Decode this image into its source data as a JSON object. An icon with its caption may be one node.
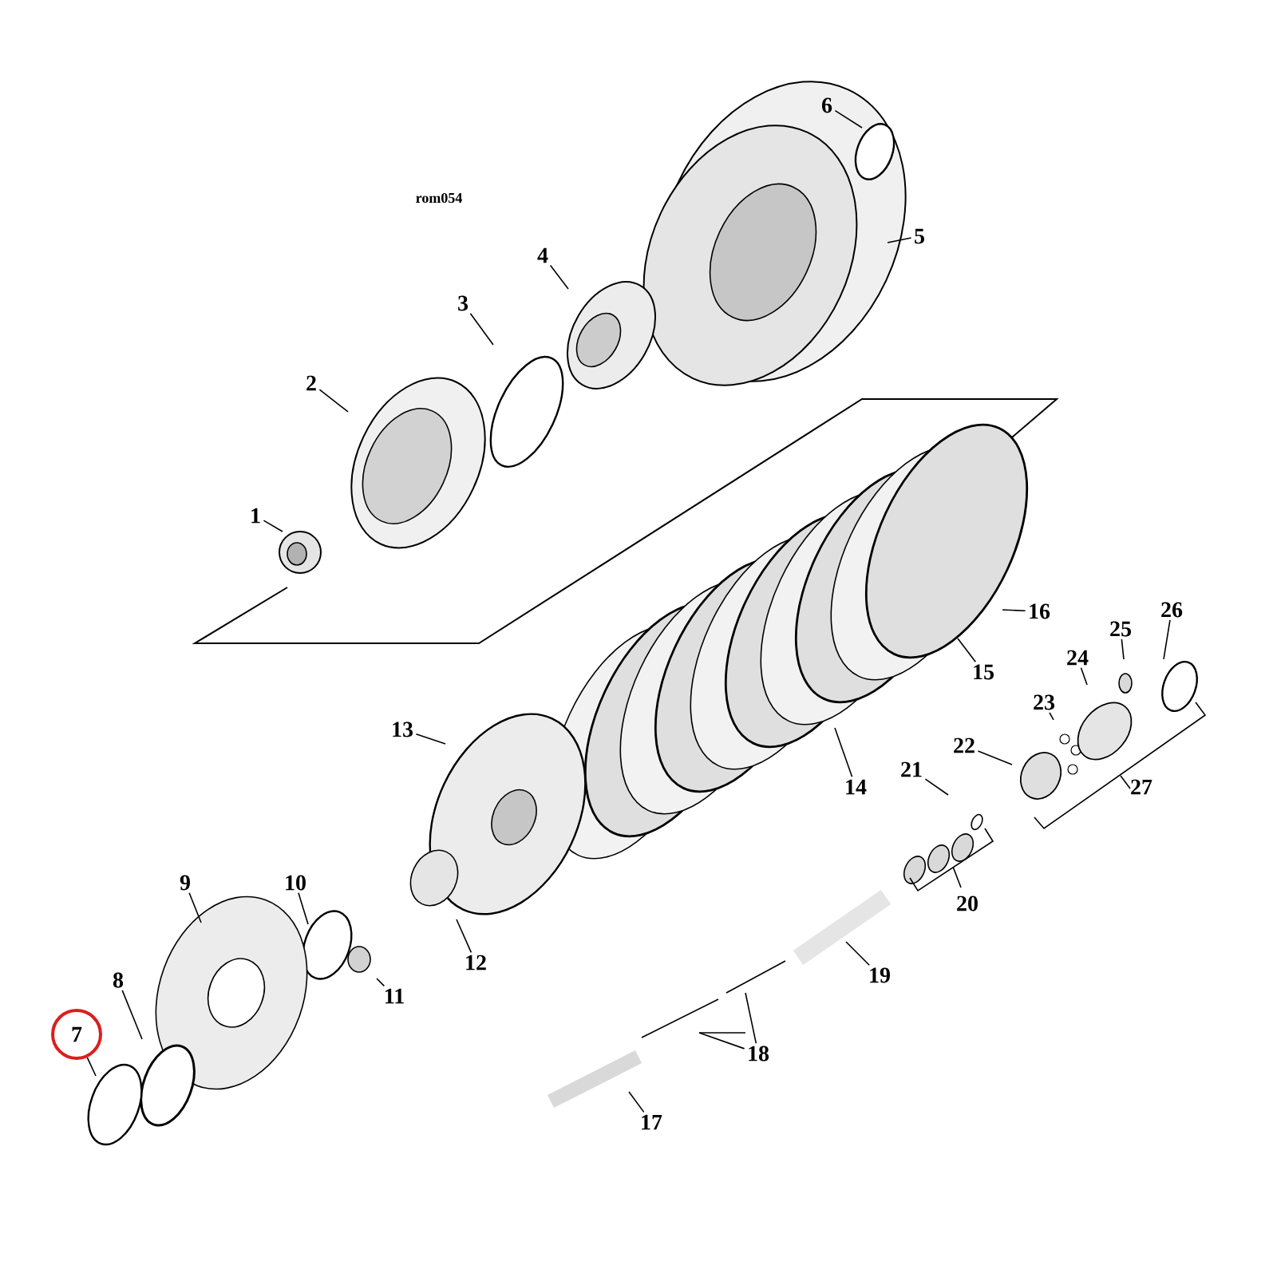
{
  "diagram": {
    "nodes": [
      {
        "text": [
          "1"
        ]
      },
      {
        "text": [
          "2"
        ]
      },
      {
        "text": [
          "3"
        ]
      },
      {
        "text": [
          "4"
        ]
      },
      {
        "text": [
          "5"
        ]
      },
      {
        "text": [
          "6"
        ]
      },
      {
        "text": [
          "7"
        ]
      },
      {
        "text": [
          "8"
        ]
      },
      {
        "text": [
          "9"
        ]
      },
      {
        "text": [
          "10"
        ]
      },
      {
        "text": [
          "11"
        ]
      },
      {
        "text": [
          "12"
        ]
      },
      {
        "text": [
          "13"
        ]
      },
      {
        "text": [
          "14"
        ]
      },
      {
        "text": [
          "15"
        ]
      },
      {
        "text": [
          "16"
        ]
      },
      {
        "text": [
          "17"
        ]
      },
      {
        "text": [
          "18"
        ]
      },
      {
        "text": [
          "19"
        ]
      },
      {
        "text": [
          "20"
        ]
      },
      {
        "text": [
          "21"
        ]
      },
      {
        "text": [
          "22"
        ]
      },
      {
        "text": [
          "23"
        ]
      },
      {
        "text": [
          "24"
        ]
      },
      {
        "text": [
          "25"
        ]
      },
      {
        "text": [
          "26"
        ]
      },
      {
        "text": [
          "27"
        ]
      }
    ],
    "edges": [
      {
        "from": 0,
        "to": null,
        "arrow": "none"
      },
      {
        "from": 1,
        "to": null,
        "arrow": "none"
      },
      {
        "from": 2,
        "to": null,
        "arrow": "none"
      },
      {
        "from": 3,
        "to": null,
        "arrow": "none"
      },
      {
        "from": 4,
        "to": null,
        "arrow": "none"
      },
      {
        "from": 5,
        "to": null,
        "arrow": "none"
      },
      {
        "from": 6,
        "to": null,
        "arrow": "none"
      },
      {
        "from": 7,
        "to": null,
        "arrow": "none"
      },
      {
        "from": 8,
        "to": null,
        "arrow": "none"
      },
      {
        "from": 9,
        "to": null,
        "arrow": "none"
      },
      {
        "from": 10,
        "to": null,
        "arrow": "none"
      },
      {
        "from": 11,
        "to": null,
        "arrow": "none"
      },
      {
        "from": 12,
        "to": null,
        "arrow": "none"
      },
      {
        "from": 13,
        "to": null,
        "arrow": "none"
      },
      {
        "from": 14,
        "to": null,
        "arrow": "none"
      },
      {
        "from": 15,
        "to": null,
        "arrow": "none"
      },
      {
        "from": 16,
        "to": null,
        "arrow": "none"
      },
      {
        "from": 17,
        "to": null,
        "arrow": "none"
      },
      {
        "from": 17,
        "to": null,
        "arrow": "none"
      },
      {
        "from": 18,
        "to": null,
        "arrow": "none"
      },
      {
        "from": 20,
        "to": null,
        "arrow": "none"
      },
      {
        "from": 21,
        "to": null,
        "arrow": "none"
      },
      {
        "from": 22,
        "to": null,
        "arrow": "none"
      },
      {
        "from": 23,
        "to": null,
        "arrow": "none"
      },
      {
        "from": 24,
        "to": null,
        "arrow": "none"
      },
      {
        "from": 25,
        "to": null,
        "arrow": "none"
      }
    ],
    "labels": [
      "rom054"
    ]
  }
}
